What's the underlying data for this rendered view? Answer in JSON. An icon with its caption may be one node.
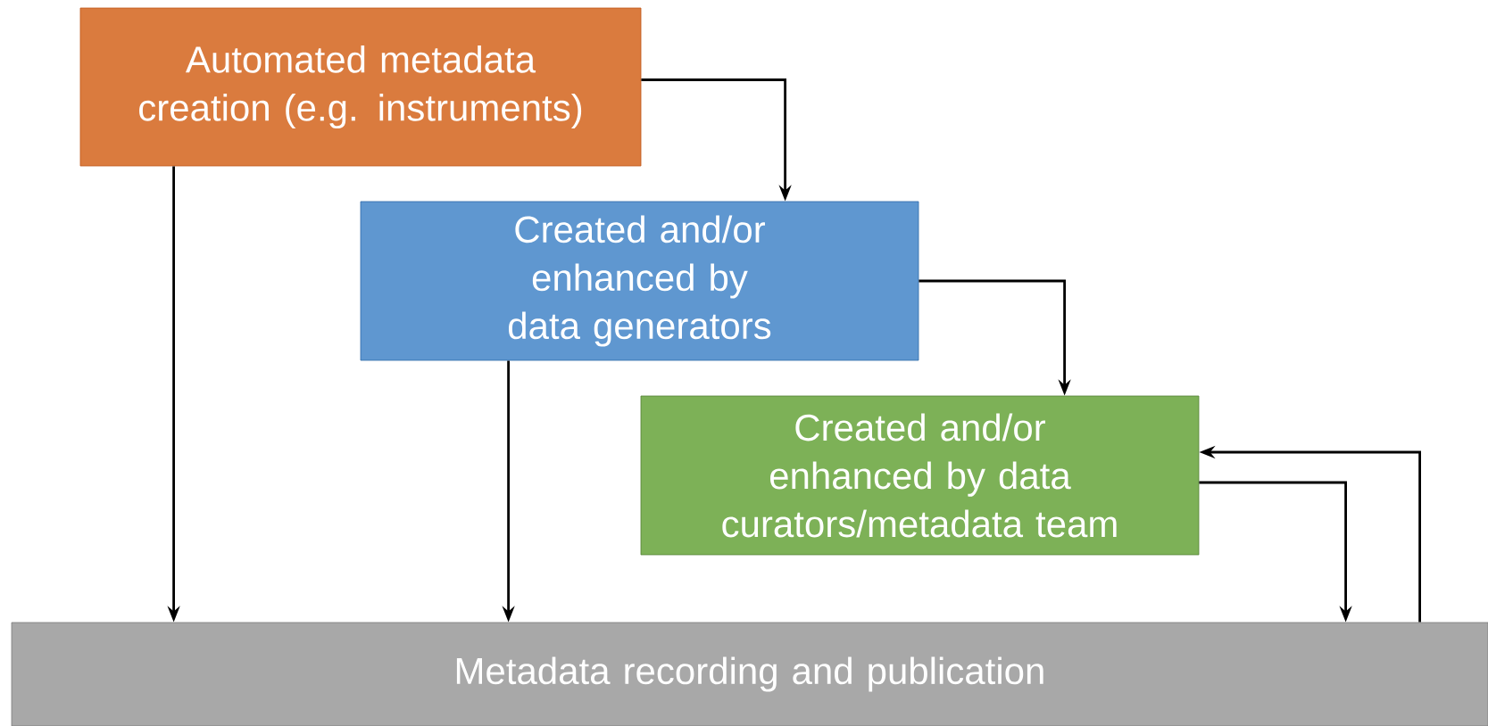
{
  "diagram": {
    "nodes": [
      {
        "text": [
          "Automated metadata creation (e.g. instruments)"
        ]
      },
      {
        "text": [
          "Created and/or enhanced by data generators"
        ]
      },
      {
        "text": [
          "Created and/or enhanced by data curators/metadata team"
        ]
      },
      {
        "text": [
          "Metadata recording and publication"
        ]
      }
    ],
    "edges": [
      {
        "from": 0,
        "to": 1,
        "arrow": "to"
      },
      {
        "from": 0,
        "to": 3,
        "arrow": "to"
      },
      {
        "from": 1,
        "to": 2,
        "arrow": "to"
      },
      {
        "from": 1,
        "to": 3,
        "arrow": "to"
      },
      {
        "from": 2,
        "to": 3,
        "arrow": "to"
      },
      {
        "from": 3,
        "to": 2,
        "arrow": "to"
      }
    ]
  }
}
